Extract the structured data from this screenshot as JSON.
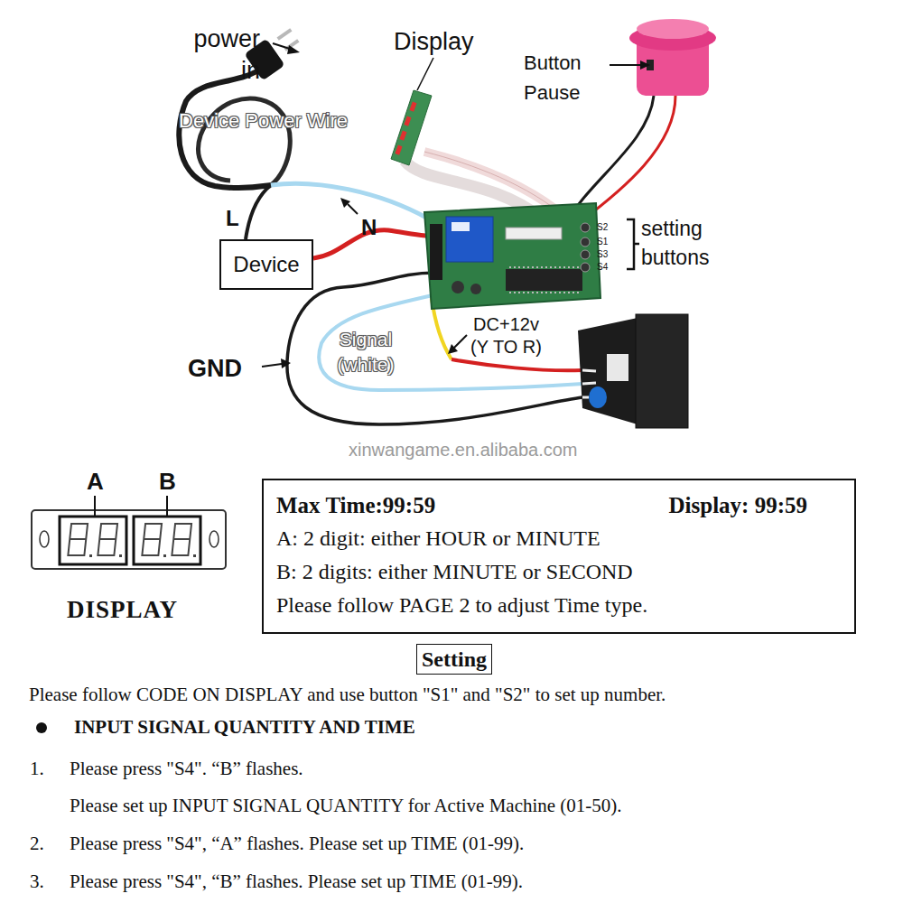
{
  "diagram": {
    "nodes": [
      {
        "text": [
          "Device"
        ]
      },
      {
        "text": [
          "Max Time:99:59",
          "Display: 99:59",
          "A: 2 digit: either HOUR or MINUTE",
          "B: 2 digits: either MINUTE or SECOND",
          "Please follow PAGE 2 to adjust Time type."
        ]
      },
      {
        "text": [
          "Setting"
        ]
      }
    ],
    "labels": [
      "power in",
      "Display",
      "Button Pause",
      "Device Power Wire",
      "L",
      "N",
      "S2",
      "S1",
      "S3",
      "S4",
      "setting buttons",
      "DC+12v (Y TO R)",
      "Signal (white)",
      "GND",
      "xinwangame.en.alibaba.com",
      "A",
      "B",
      "DISPLAY",
      "Please follow CODE ON DISPLAY and use button \"S1\" and \"S2\" to set up number.",
      "INPUT SIGNAL QUANTITY AND TIME",
      "1.",
      "Please press \"S4\". “B” flashes.",
      "Please set up INPUT SIGNAL QUANTITY for Active Machine (01-50).",
      "2.",
      "Please press \"S4\", “A” flashes. Please set up TIME (01-99).",
      "3.",
      "Please press \"S4\", “B” flashes. Please set up TIME (01-99)."
    ]
  }
}
